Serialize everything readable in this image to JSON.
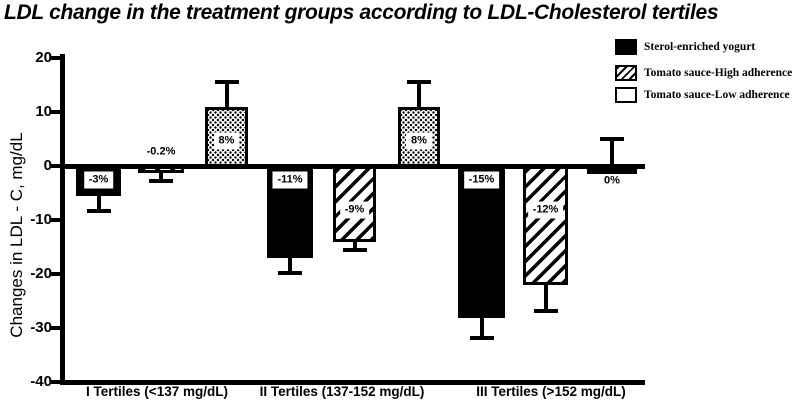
{
  "chart_data": {
    "type": "bar",
    "title": "LDL change in the treatment groups according to LDL-Cholesterol tertiles",
    "ylabel": "Changes in LDL - C, mg/dL",
    "xlabel": "",
    "ylim": [
      -40,
      20
    ],
    "yticks": [
      20,
      10,
      0,
      -10,
      -20,
      -30,
      -40
    ],
    "grid": "off",
    "legend_position": "top-right",
    "background": "#ffffff",
    "axis_color": "#000000",
    "categories": [
      "I Tertiles (<137 mg/dL)",
      "II Tertiles (137-152 mg/dL)",
      "III Tertiles (>152 mg/dL)"
    ],
    "series": [
      {
        "name": "Sterol-enriched yogurt",
        "bar_pattern": "solid-black",
        "legend_pattern": "solid-black",
        "values": [
          -5,
          -16.5,
          -27.5
        ],
        "errors": [
          3.5,
          3.5,
          4.5
        ],
        "point_labels": [
          "-3%",
          "-11%",
          "-15%"
        ],
        "label_placements": [
          "inside-top",
          "inside-top",
          "inside-top"
        ]
      },
      {
        "name": "Tomato sauce-High adherence",
        "bar_pattern": "diagonal-hatch",
        "legend_pattern": "diagonal-hatch",
        "values": [
          -0.7,
          -13.5,
          -21.5
        ],
        "errors": [
          2.2,
          2.2,
          5.5
        ],
        "point_labels": [
          "-0.2%",
          "-9%",
          "-12%"
        ],
        "label_placements": [
          "above-axis",
          "middle",
          "middle"
        ]
      },
      {
        "name": "Tomato sauce-Low adherence",
        "bar_pattern": "stipple",
        "legend_pattern": "white",
        "values": [
          11,
          11,
          0
        ],
        "errors": [
          5,
          5,
          5.3
        ],
        "point_labels": [
          "8%",
          "8%",
          "0%"
        ],
        "label_placements": [
          "middle",
          "middle",
          "below-axis"
        ]
      }
    ]
  }
}
